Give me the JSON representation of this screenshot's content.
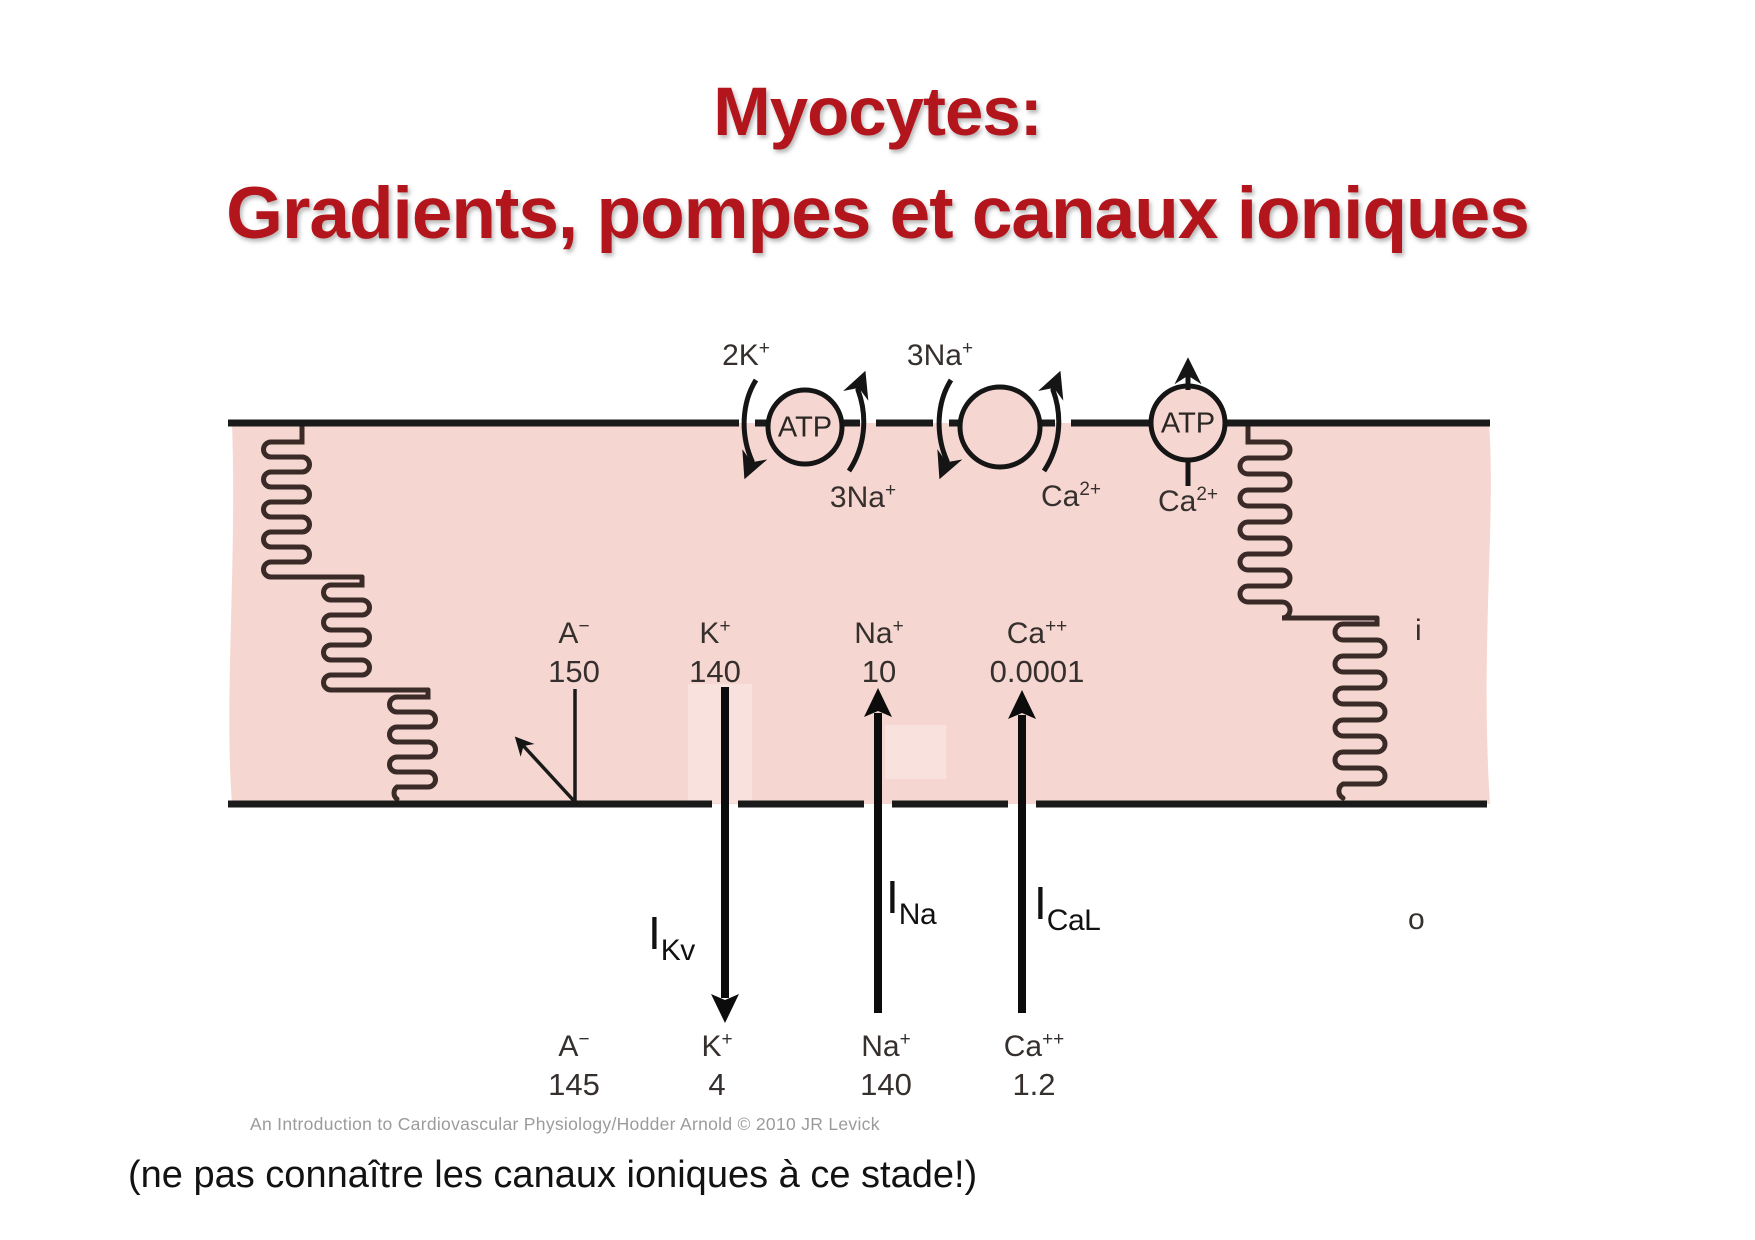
{
  "slide": {
    "title_line1": "Myocytes:",
    "title_line2": "Gradients, pompes et canaux ioniques",
    "footnote": "(ne pas connaître les canaux ioniques à ce stade!)"
  },
  "figure": {
    "caption": "An Introduction to Cardiovascular Physiology/Hodder Arnold © 2010 JR Levick",
    "atp_label": "ATP",
    "compartment_labels": {
      "intracellular": "i",
      "extracellular": "o"
    },
    "top_ions": [
      {
        "base": "2K",
        "sup": "+"
      },
      {
        "base": "3Na",
        "sup": "+"
      }
    ],
    "inner_pump_ions": [
      {
        "base": "3Na",
        "sup": "+"
      },
      {
        "base": "Ca",
        "sup": "2+"
      },
      {
        "base": "Ca",
        "sup": "2+"
      }
    ],
    "intracellular_ions": [
      {
        "base": "A",
        "sup": "−",
        "value": "150"
      },
      {
        "base": "K",
        "sup": "+",
        "value": "140"
      },
      {
        "base": "Na",
        "sup": "+",
        "value": "10"
      },
      {
        "base": "Ca",
        "sup": "++",
        "value": "0.0001"
      }
    ],
    "extracellular_ions": [
      {
        "base": "A",
        "sup": "−",
        "value": "145"
      },
      {
        "base": "K",
        "sup": "+",
        "value": "4"
      },
      {
        "base": "Na",
        "sup": "+",
        "value": "140"
      },
      {
        "base": "Ca",
        "sup": "++",
        "value": "1.2"
      }
    ],
    "currents": [
      {
        "base": "I",
        "sub": "Kv"
      },
      {
        "base": "I",
        "sub": "Na"
      },
      {
        "base": "I",
        "sub": "CaL"
      }
    ],
    "colors": {
      "title_red": "#b2151b",
      "cell_fill": "#f6d6d0",
      "highlight": "#f9e2dd",
      "membrane": "#1a1a1a",
      "squiggle": "#3a2b28",
      "label_text": "#35302e",
      "caption_gray": "#9b9b9b"
    }
  }
}
